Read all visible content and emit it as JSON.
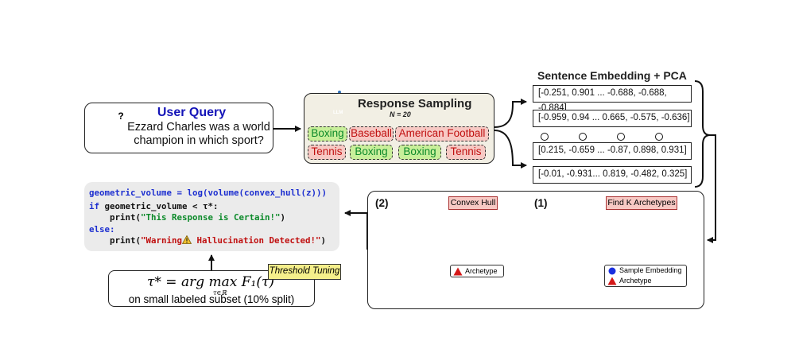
{
  "user_query": {
    "title": "User Query",
    "question_mark": "?",
    "text_line1": "Ezzard Charles was a world",
    "text_line2": "champion in which sport?"
  },
  "response_sampling": {
    "title": "Response Sampling",
    "n_label": "N = 20",
    "llm_badge": "LLM",
    "responses": [
      {
        "label": "Boxing",
        "status": "correct"
      },
      {
        "label": "Baseball",
        "status": "incorrect"
      },
      {
        "label": "American Football",
        "status": "incorrect"
      },
      {
        "label": "Tennis",
        "status": "incorrect"
      },
      {
        "label": "Boxing",
        "status": "correct"
      },
      {
        "label": "Boxing",
        "status": "correct"
      },
      {
        "label": "Tennis",
        "status": "incorrect"
      }
    ],
    "colors": {
      "correct": "#c8ef9a",
      "incorrect": "#f7c9c4"
    }
  },
  "embedding": {
    "title": "Sentence Embedding + PCA",
    "rows": [
      "[-0.251, 0.901 ... -0.688, -0.688, -0.884]",
      "[-0.959, 0.94 ... 0.665, -0.575, -0.636]",
      "[0.215, -0.659 ...  -0.87, 0.898, 0.931]",
      "[-0.01, -0.931... 0.819, -0.482, 0.325]"
    ]
  },
  "code": {
    "line1": "geometric_volume = log(volume(convex_hull(z)))",
    "line2_kw": "if",
    "line2_rest": " geometric_volume < τ*:",
    "line3_fn": "    print(",
    "line3_str": "\"This Response is Certain!\"",
    "line3_end": ")",
    "line4": "else:",
    "line5_fn": "    print(",
    "line5_str_a": "\"Warning",
    "line5_str_b": " Hallucination Detected!\"",
    "line5_end": ")",
    "warning_icon": "warning-triangle-icon"
  },
  "threshold": {
    "tag": "Threshold Tuning",
    "formula": "τ* = arg max F₁(τ)",
    "formula_sub": "τ∈ℝ",
    "subtitle": "on small labeled subset (10% split)"
  },
  "panel": {
    "step2_label": "(2)",
    "step2_tag": "Convex Hull",
    "step2_legend": "Archetype",
    "step1_label": "(1)",
    "step1_tag": "Find K Archetypes",
    "step1_legend_sample": "Sample Embedding",
    "step1_legend_archetype": "Archetype"
  },
  "colors": {
    "query_title": "#1414b8",
    "hull_fill": "#5b6cf0",
    "archetype": "#d41818",
    "sample": "#1a2fe0"
  }
}
